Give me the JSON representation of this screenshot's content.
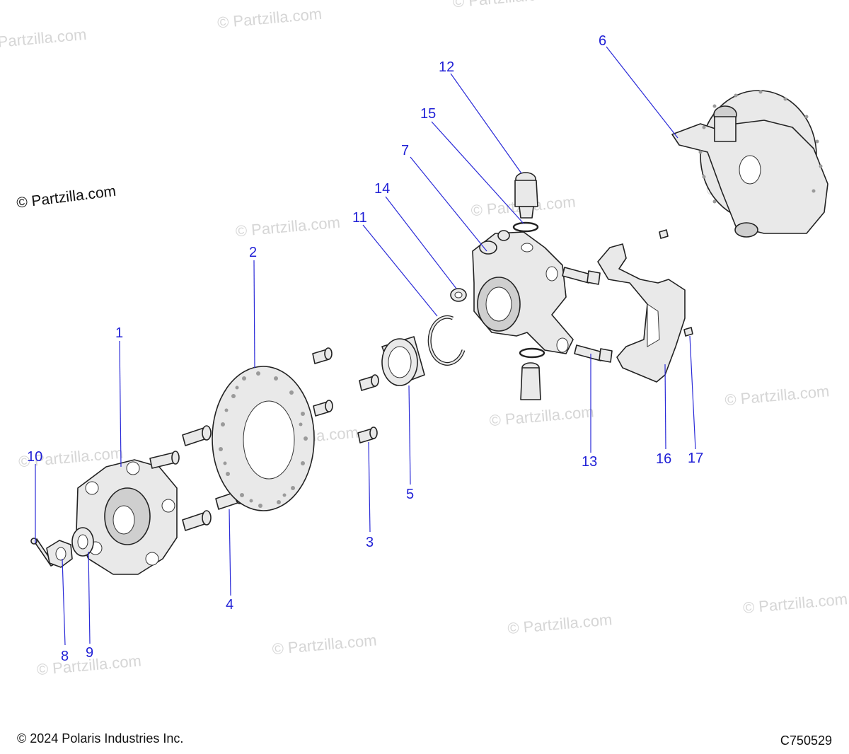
{
  "watermark_text": "© Partzilla.com",
  "brand_watermark": "© Partzilla.com",
  "footer": {
    "copyright": "© 2024 Polaris Industries Inc.",
    "diagram_code": "C750529"
  },
  "callouts": {
    "c1": "1",
    "c2": "2",
    "c3": "3",
    "c4": "4",
    "c5": "5",
    "c6": "6",
    "c7": "7",
    "c8": "8",
    "c9": "9",
    "c10": "10",
    "c11": "11",
    "c12": "12",
    "c13": "13",
    "c14": "14",
    "c15": "15",
    "c16": "16",
    "c17": "17"
  },
  "colors": {
    "callout": "#1f1fd6",
    "watermark": "#d6d6d6"
  }
}
